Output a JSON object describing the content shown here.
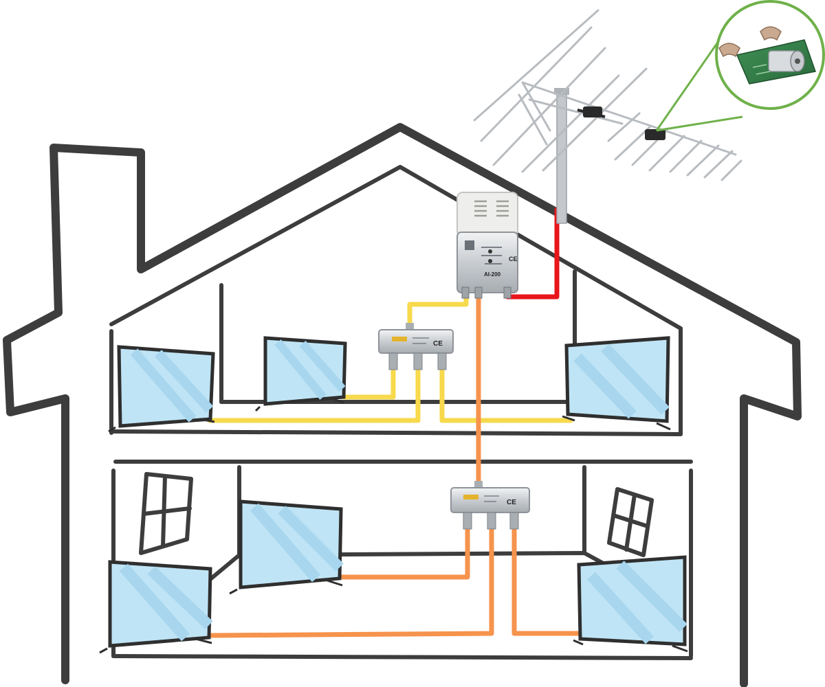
{
  "amplifier": {
    "model": "AI-200"
  },
  "splitter_top": {
    "mark": "CE"
  },
  "splitter_bottom": {
    "mark": "CE"
  },
  "colors": {
    "antenna_cable": "#e8161b",
    "top_floor_cable": "#f7d94c",
    "riser_and_bottom_cable": "#f6934c",
    "tv_screen": "#bfe4f5",
    "house_outline": "#3d3d3d",
    "callout_ring": "#6fb14a"
  },
  "icons": [
    "antenna-icon",
    "amplifier-icon",
    "splitter-icon",
    "tv-icon",
    "window-icon",
    "circuit-board-icon"
  ]
}
